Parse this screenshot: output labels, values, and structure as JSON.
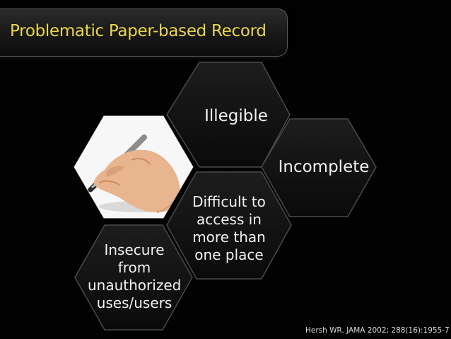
{
  "slide": {
    "title": "Problematic Paper-based Record",
    "hexagons": [
      {
        "label": "Illegible"
      },
      {
        "label": "Incomplete"
      },
      {
        "label_lines": [
          "Difficult to",
          "access in",
          "more than",
          "one place"
        ]
      },
      {
        "label_lines": [
          "Insecure",
          "from",
          "unauthorized",
          "uses/users"
        ]
      }
    ],
    "image": {
      "icon": "hand-writing-with-pen-icon"
    },
    "citation": "Hersh WR. JAMA 2002; 288(16):1955-7"
  },
  "colors": {
    "title": "#ead64a",
    "background": "#000000",
    "hex_fill": "#151515",
    "hex_border": "#4a4a4a",
    "text": "#f2f2f2"
  }
}
